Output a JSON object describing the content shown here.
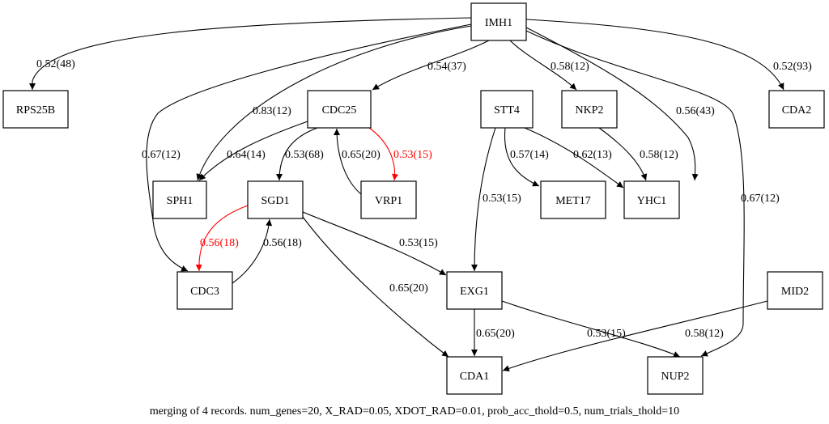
{
  "colors": {
    "default": "#000000",
    "highlight": "#ff0000"
  },
  "nodes": {
    "IMH1": "IMH1",
    "RPS25B": "RPS25B",
    "CDC25": "CDC25",
    "STT4": "STT4",
    "NKP2": "NKP2",
    "CDA2": "CDA2",
    "SPH1": "SPH1",
    "SGD1": "SGD1",
    "VRP1": "VRP1",
    "MET17": "MET17",
    "YHC1": "YHC1",
    "CDC3": "CDC3",
    "EXG1": "EXG1",
    "MID2": "MID2",
    "CDA1": "CDA1",
    "NUP2": "NUP2"
  },
  "edges": [
    {
      "from": "IMH1",
      "to": "RPS25B",
      "label": "0.52(48)",
      "highlight": false
    },
    {
      "from": "IMH1",
      "to": "CDC25",
      "label": "0.54(37)",
      "highlight": false
    },
    {
      "from": "IMH1",
      "to": "NKP2",
      "label": "0.58(12)",
      "highlight": false
    },
    {
      "from": "IMH1",
      "to": "CDA2",
      "label": "0.52(93)",
      "highlight": false
    },
    {
      "from": "IMH1",
      "to": "SPH1",
      "label": "0.83(12)",
      "highlight": false
    },
    {
      "from": "IMH1",
      "to": "CDC3",
      "label": "0.67(12)",
      "highlight": false
    },
    {
      "from": "IMH1",
      "to": "YHC1",
      "label": "0.56(43)",
      "highlight": false
    },
    {
      "from": "IMH1",
      "to": "NUP2",
      "label": "0.67(12)",
      "highlight": false
    },
    {
      "from": "CDC25",
      "to": "SPH1",
      "label": "0.64(14)",
      "highlight": false
    },
    {
      "from": "CDC25",
      "to": "SGD1",
      "label": "0.53(68)",
      "highlight": false
    },
    {
      "from": "CDC25",
      "to": "VRP1",
      "label": "0.53(15)",
      "highlight": true
    },
    {
      "from": "VRP1",
      "to": "CDC25",
      "label": "0.65(20)",
      "highlight": false
    },
    {
      "from": "STT4",
      "to": "MET17",
      "label": "0.57(14)",
      "highlight": false
    },
    {
      "from": "STT4",
      "to": "YHC1",
      "label": "0.62(13)",
      "highlight": false
    },
    {
      "from": "STT4",
      "to": "EXG1",
      "label": "0.53(15)",
      "highlight": false
    },
    {
      "from": "NKP2",
      "to": "YHC1",
      "label": "0.58(12)",
      "highlight": false
    },
    {
      "from": "SGD1",
      "to": "CDC3",
      "label": "0.56(18)",
      "highlight": true
    },
    {
      "from": "CDC3",
      "to": "SGD1",
      "label": "0.56(18)",
      "highlight": false
    },
    {
      "from": "SGD1",
      "to": "EXG1",
      "label": "0.53(15)",
      "highlight": false
    },
    {
      "from": "SGD1",
      "to": "CDA1",
      "label": "0.65(20)",
      "highlight": false
    },
    {
      "from": "EXG1",
      "to": "CDA1",
      "label": "0.65(20)",
      "highlight": false
    },
    {
      "from": "EXG1",
      "to": "NUP2",
      "label": "0.53(15)",
      "highlight": false
    },
    {
      "from": "MID2",
      "to": "CDA1",
      "label": "0.58(12)",
      "highlight": false
    }
  ],
  "caption": "merging of 4 records. num_genes=20, X_RAD=0.05, XDOT_RAD=0.01, prob_acc_thold=0.5, num_trials_thold=10"
}
